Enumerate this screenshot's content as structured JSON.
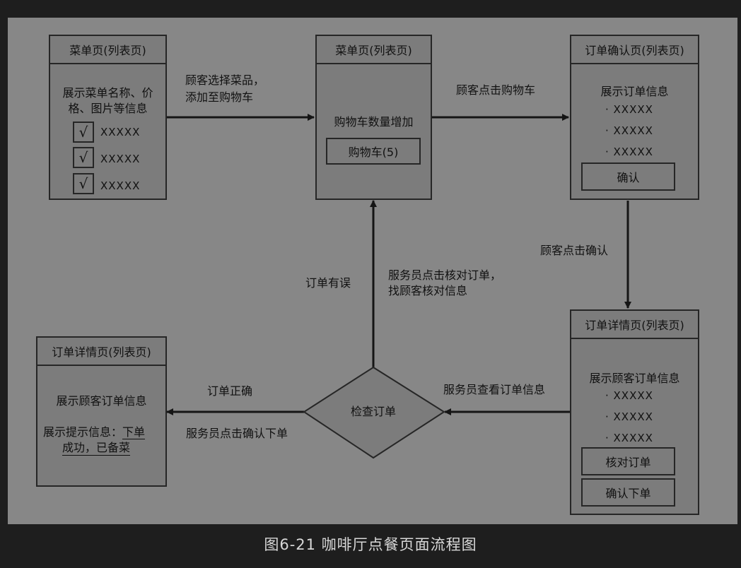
{
  "box1": {
    "header": "菜单页(列表页)",
    "desc_line1": "展示菜单名称、价",
    "desc_line2": "格、图片等信息",
    "check_mark": "√",
    "items": [
      "XXXXX",
      "XXXXX",
      "XXXXX"
    ]
  },
  "box2": {
    "header": "菜单页(列表页)",
    "desc": "购物车数量增加",
    "cart_button": "购物车(5)"
  },
  "box3": {
    "header": "订单确认页(列表页)",
    "desc": "展示订单信息",
    "items": [
      "· XXXXX",
      "· XXXXX",
      "· XXXXX"
    ],
    "confirm_button": "确认"
  },
  "box4": {
    "header": "订单详情页(列表页)",
    "desc": "展示顾客订单信息",
    "items": [
      "· XXXXX",
      "· XXXXX",
      "· XXXXX"
    ],
    "check_button": "核对订单",
    "place_button": "确认下单"
  },
  "box5": {
    "header": "订单详情页(列表页)",
    "desc": "展示顾客订单信息",
    "hint_prefix": "展示提示信息：",
    "hint_part1": "下单",
    "hint_part2": "成功，已备菜"
  },
  "decision": "检查订单",
  "labels": {
    "select_line1": "顾客选择菜品，",
    "select_line2": "添加至购物车",
    "click_cart": "顾客点击购物车",
    "click_confirm": "顾客点击确认",
    "order_error": "订单有误",
    "waiter_check_line1": "服务员点击核对订单，",
    "waiter_check_line2": "找顾客核对信息",
    "waiter_view": "服务员查看订单信息",
    "order_correct": "订单正确",
    "waiter_place": "服务员点击确认下单"
  },
  "caption": "图6-21    咖啡厅点餐页面流程图"
}
